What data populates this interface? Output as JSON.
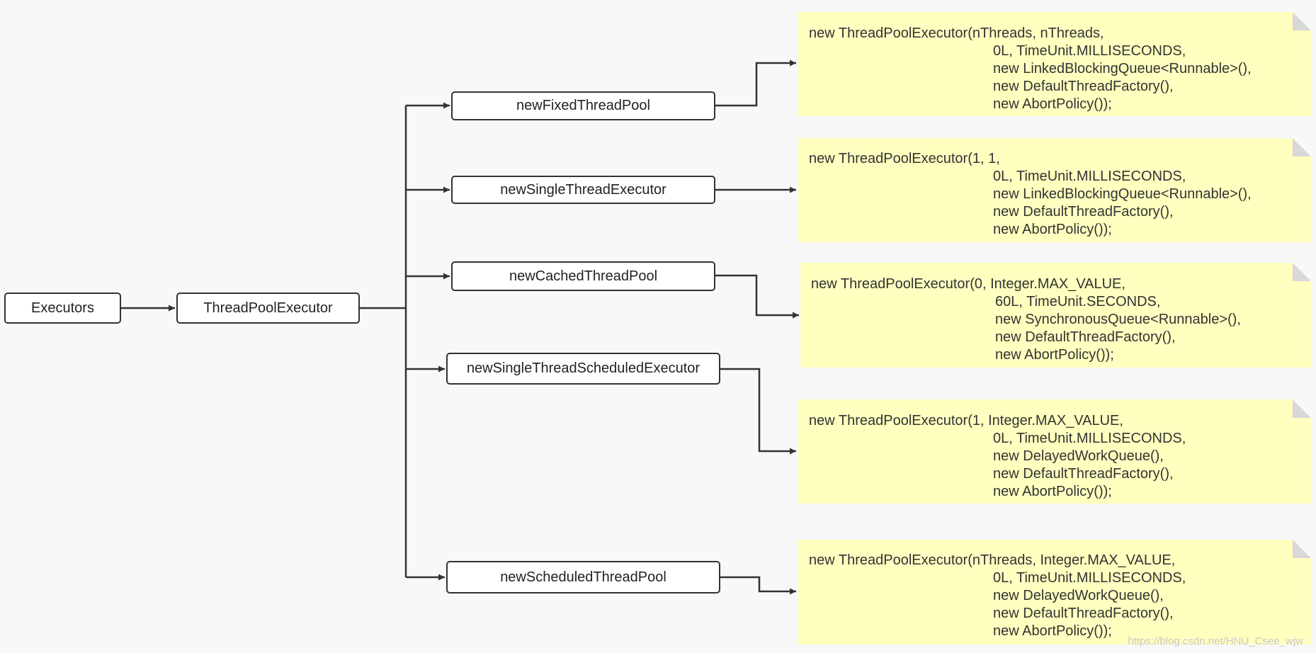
{
  "diagram": {
    "root": "Executors",
    "middle": "ThreadPoolExecutor",
    "factories": [
      {
        "label": "newFixedThreadPool",
        "code": [
          "new ThreadPoolExecutor(nThreads, nThreads,",
          "0L, TimeUnit.MILLISECONDS,",
          "new LinkedBlockingQueue<Runnable>(),",
          "new DefaultThreadFactory(),",
          "new AbortPolicy());"
        ]
      },
      {
        "label": "newSingleThreadExecutor",
        "code": [
          "new ThreadPoolExecutor(1, 1,",
          "0L, TimeUnit.MILLISECONDS,",
          "new LinkedBlockingQueue<Runnable>(),",
          "new DefaultThreadFactory(),",
          "new AbortPolicy());"
        ]
      },
      {
        "label": "newCachedThreadPool",
        "code": [
          "new ThreadPoolExecutor(0, Integer.MAX_VALUE,",
          "60L, TimeUnit.SECONDS,",
          "new SynchronousQueue<Runnable>(),",
          "new DefaultThreadFactory(),",
          "new AbortPolicy());"
        ]
      },
      {
        "label": "newSingleThreadScheduledExecutor",
        "code": [
          "new ThreadPoolExecutor(1,  Integer.MAX_VALUE,",
          "0L, TimeUnit.MILLISECONDS,",
          "new DelayedWorkQueue(),",
          "new DefaultThreadFactory(),",
          "new AbortPolicy());"
        ]
      },
      {
        "label": "newScheduledThreadPool",
        "code": [
          "new ThreadPoolExecutor(nThreads,  Integer.MAX_VALUE,",
          "0L, TimeUnit.MILLISECONDS,",
          "new DelayedWorkQueue(),",
          "new DefaultThreadFactory(),",
          "new AbortPolicy());"
        ]
      }
    ]
  },
  "watermark": "https://blog.csdn.net/HNU_Csee_wjw",
  "colors": {
    "note_fill": "#ffffc0",
    "box_border": "#333333",
    "line": "#333333",
    "background": "#f8f8f8"
  }
}
